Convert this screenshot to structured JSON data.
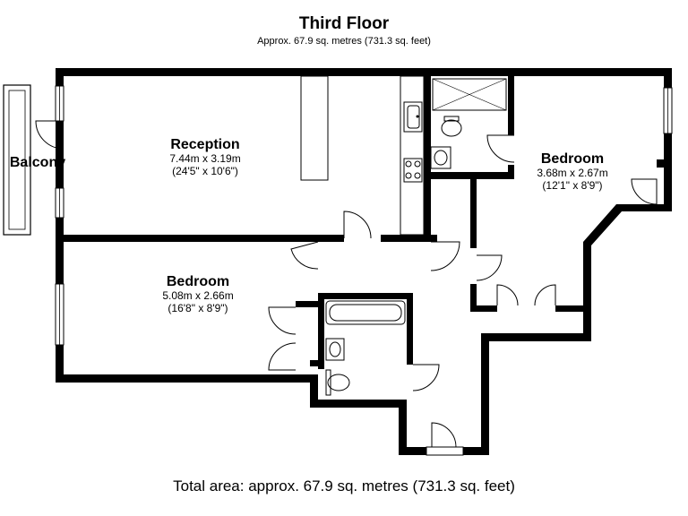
{
  "header": {
    "title": "Third Floor",
    "subtitle": "Approx. 67.9 sq. metres (731.3 sq. feet)"
  },
  "rooms": {
    "reception": {
      "name": "Reception",
      "dim_m": "7.44m x 3.19m",
      "dim_ft": "(24'5\" x 10'6\")"
    },
    "bedroom_right": {
      "name": "Bedroom",
      "dim_m": "3.68m x 2.67m",
      "dim_ft": "(12'1\" x 8'9\")"
    },
    "bedroom_left": {
      "name": "Bedroom",
      "dim_m": "5.08m x 2.66m",
      "dim_ft": "(16'8\" x 8'9\")"
    },
    "balcony": {
      "name": "Balcony"
    }
  },
  "footer": {
    "total_area": "Total area: approx. 67.9 sq. metres (731.3 sq. feet)"
  }
}
